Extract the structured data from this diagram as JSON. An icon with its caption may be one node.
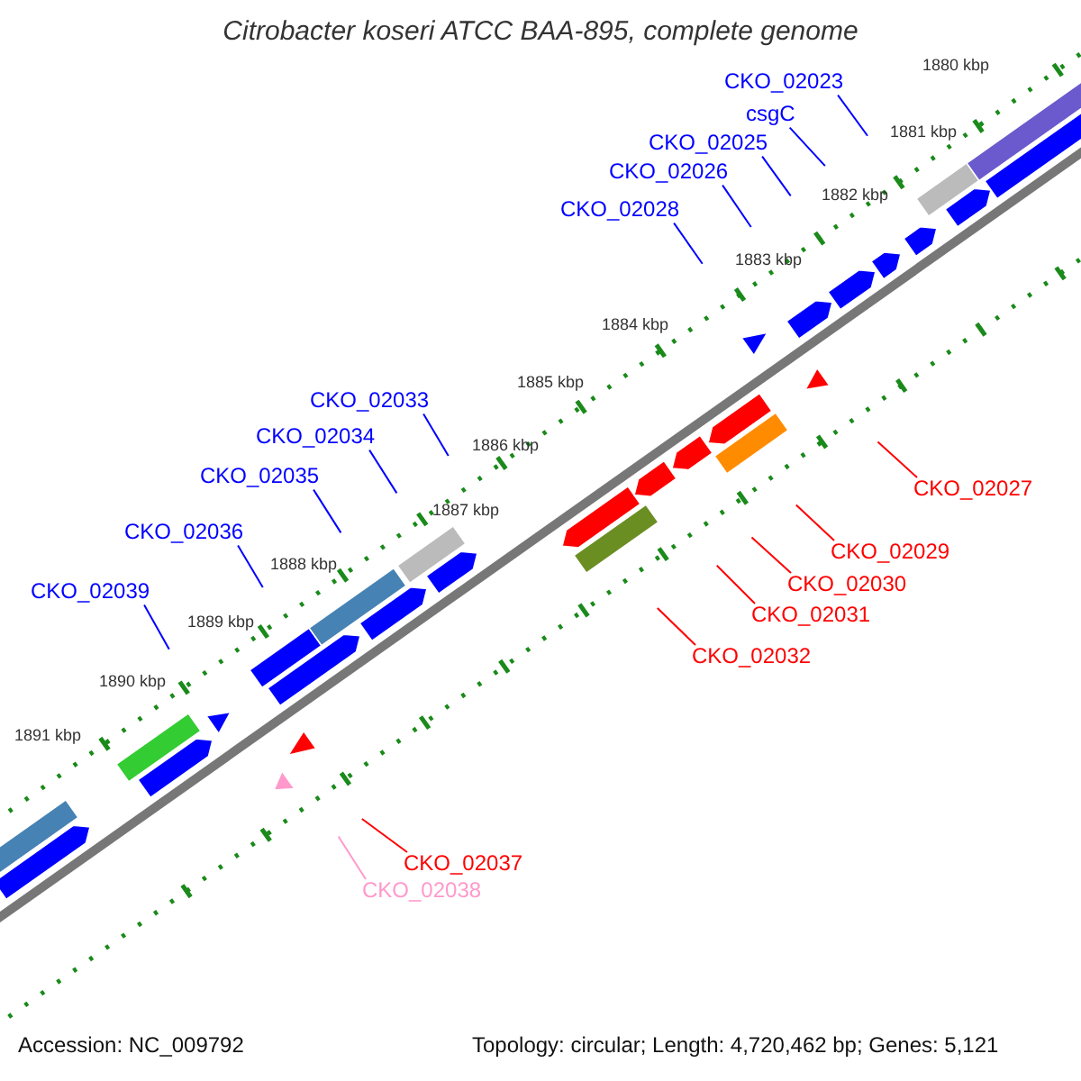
{
  "diagram": {
    "title": "Citrobacter koseri ATCC BAA-895, complete genome",
    "nodes": [
      {
        "text": [
          "CKO_02023"
        ]
      },
      {
        "text": [
          "csgC"
        ]
      },
      {
        "text": [
          "CKO_02025"
        ]
      },
      {
        "text": [
          "CKO_02026"
        ]
      },
      {
        "text": [
          "CKO_02028"
        ]
      },
      {
        "text": [
          "CKO_02033"
        ]
      },
      {
        "text": [
          "CKO_02034"
        ]
      },
      {
        "text": [
          "CKO_02035"
        ]
      },
      {
        "text": [
          "CKO_02036"
        ]
      },
      {
        "text": [
          "CKO_02039"
        ]
      },
      {
        "text": [
          "CKO_02027"
        ]
      },
      {
        "text": [
          "CKO_02029"
        ]
      },
      {
        "text": [
          "CKO_02030"
        ]
      },
      {
        "text": [
          "CKO_02031"
        ]
      },
      {
        "text": [
          "CKO_02032"
        ]
      },
      {
        "text": [
          "CKO_02037"
        ]
      },
      {
        "text": [
          "CKO_02038"
        ]
      }
    ],
    "edges": [
      {
        "from": 0,
        "to": null,
        "arrow": "none"
      },
      {
        "from": 1,
        "to": null,
        "arrow": "none"
      },
      {
        "from": 2,
        "to": null,
        "arrow": "none"
      },
      {
        "from": 3,
        "to": null,
        "arrow": "none"
      },
      {
        "from": 4,
        "to": null,
        "arrow": "none"
      },
      {
        "from": 5,
        "to": null,
        "arrow": "none"
      },
      {
        "from": 6,
        "to": null,
        "arrow": "none"
      },
      {
        "from": 7,
        "to": null,
        "arrow": "none"
      },
      {
        "from": 8,
        "to": null,
        "arrow": "none"
      },
      {
        "from": 9,
        "to": null,
        "arrow": "none"
      },
      {
        "from": 10,
        "to": null,
        "arrow": "none",
        "color": "#ff0000"
      },
      {
        "from": 11,
        "to": null,
        "arrow": "none",
        "color": "#ff0000"
      },
      {
        "from": 12,
        "to": null,
        "arrow": "none",
        "color": "#ff0000"
      },
      {
        "from": 13,
        "to": null,
        "arrow": "none",
        "color": "#ff0000"
      },
      {
        "from": 14,
        "to": null,
        "arrow": "none",
        "color": "#ff0000"
      },
      {
        "from": 15,
        "to": null,
        "arrow": "none",
        "color": "#ff0000"
      },
      {
        "from": 16,
        "to": null,
        "arrow": "none",
        "color": "#ff99cc"
      }
    ],
    "labels": [
      "1880 kbp",
      "1881 kbp",
      "1882 kbp",
      "1883 kbp",
      "1884 kbp",
      "1885 kbp",
      "1886 kbp",
      "1887 kbp",
      "1888 kbp",
      "1889 kbp",
      "1890 kbp",
      "1891 kbp",
      "Accession: NC_009792",
      "Topology: circular; Length: 4,720,462 bp; Genes: 5,121"
    ]
  }
}
